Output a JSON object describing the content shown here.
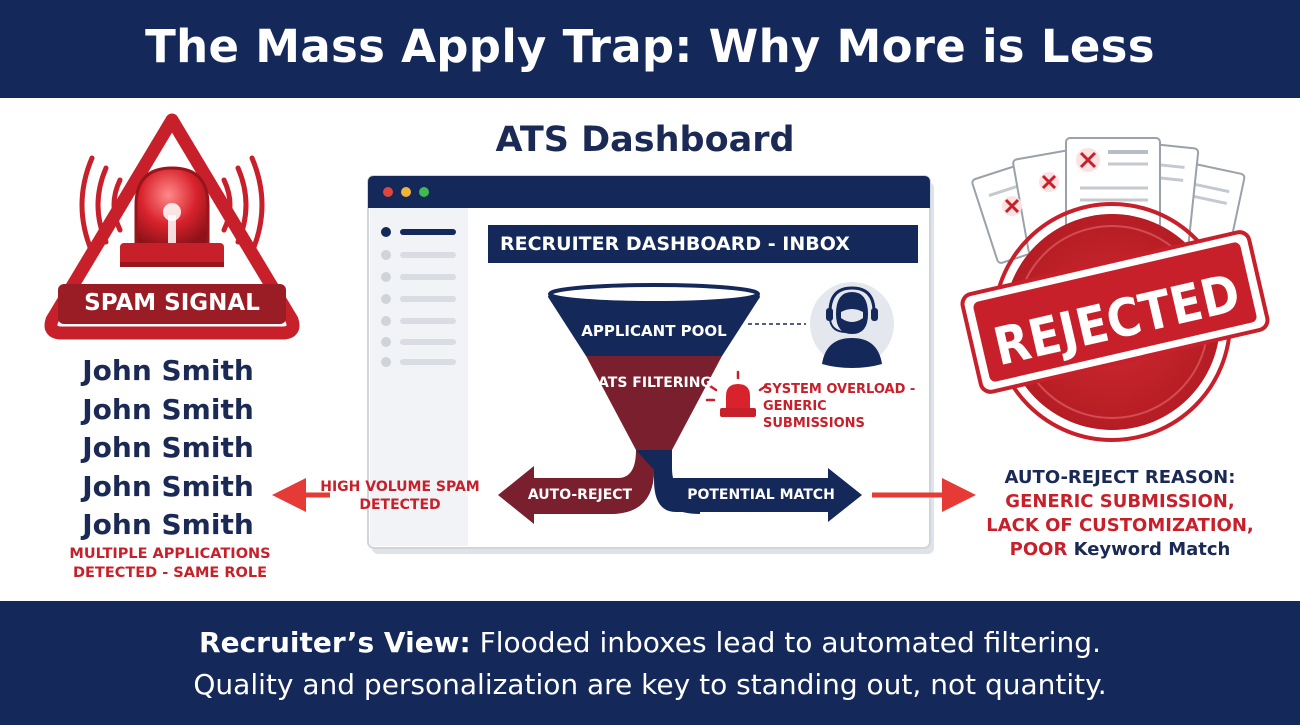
{
  "header": {
    "title": "The Mass Apply Trap: Why More is Less"
  },
  "dashboard": {
    "title": "ATS Dashboard",
    "inbox_header": "RECRUITER DASHBOARD - INBOX",
    "funnel_top": "APPLICANT POOL",
    "funnel_mid": "ATS FILTERING",
    "overload_note": "SYSTEM OVERLOAD - GENERIC SUBMISSIONS",
    "arrow_left": "AUTO-REJECT",
    "arrow_right": "POTENTIAL MATCH"
  },
  "spam": {
    "badge": "SPAM SIGNAL",
    "names": [
      "John Smith",
      "John Smith",
      "John Smith",
      "John Smith",
      "John Smith"
    ],
    "note": "MULTIPLE APPLICATIONS DETECTED - SAME ROLE",
    "arrow_label": "HIGH VOLUME SPAM DETECTED"
  },
  "rejected": {
    "stamp": "REJECTED",
    "reason_title": "AUTO-REJECT REASON:",
    "reason_line1": "GENERIC SUBMISSION,",
    "reason_line2": "LACK OF CUSTOMIZATION,",
    "reason_line3_red": "POOR",
    "reason_line3_navy": "Keyword Match"
  },
  "footer": {
    "line1_bold": "Recruiter’s View:",
    "line1_rest": "Flooded inboxes lead to automated filtering.",
    "line2": "Quality and personalization are key to standing out, not quantity."
  },
  "colors": {
    "navy": "#14285a",
    "red": "#c8202a",
    "maroon": "#7a1f2e",
    "light_gray": "#e4e8ee"
  },
  "icons": [
    "alarm-siren-icon",
    "warning-triangle-icon",
    "recruiter-headset-icon",
    "rejected-stamp-icon",
    "rejected-documents-icon"
  ]
}
